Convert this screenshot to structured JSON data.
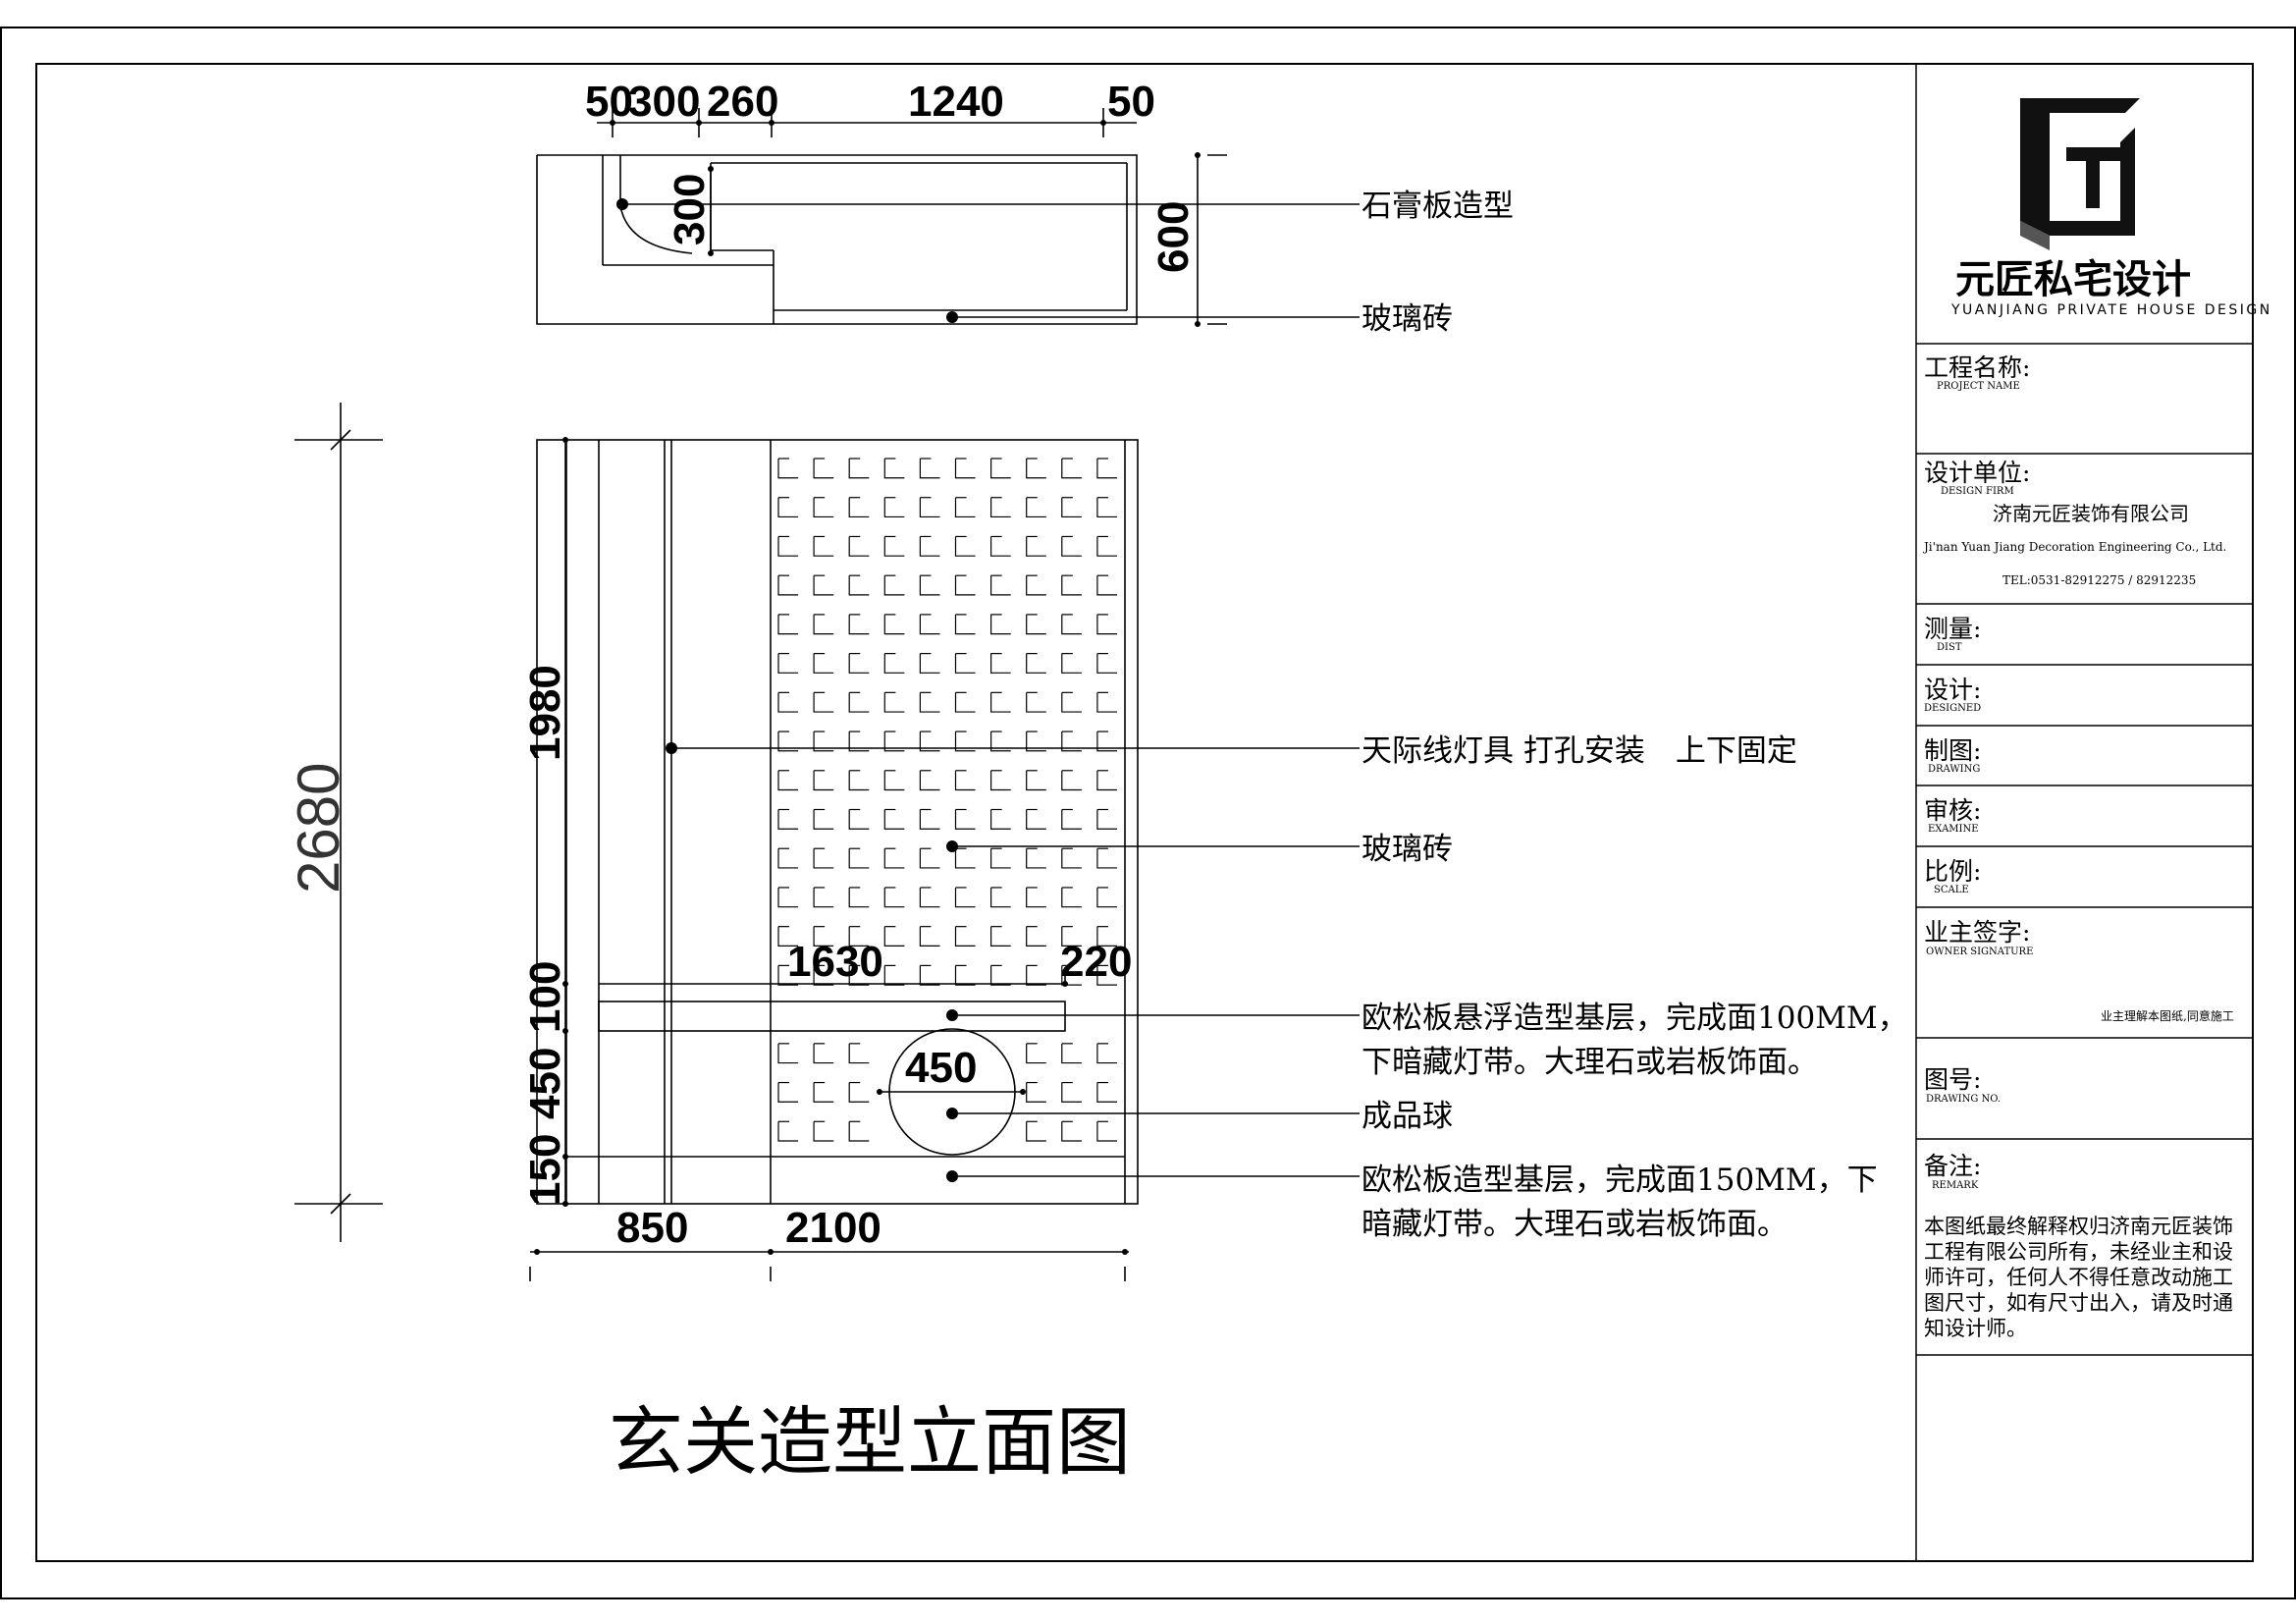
{
  "drawing": {
    "title": "玄关造型立面图",
    "plan": {
      "dims_top": [
        "50",
        "300",
        "260",
        "1240",
        "50"
      ],
      "dim_depth": "600",
      "dim_inner": "300",
      "callouts": [
        "石膏板造型",
        "玻璃砖"
      ]
    },
    "elevation": {
      "dim_total_height": "2680",
      "dims_left": [
        "1980",
        "100",
        "450",
        "150"
      ],
      "dims_bottom": [
        "850",
        "2100"
      ],
      "dims_shelf": [
        "1630",
        "220"
      ],
      "dim_ball": "450",
      "callouts": [
        "天际线灯具 打孔安装　上下固定",
        "玻璃砖",
        "欧松板悬浮造型基层，完成面100MM，",
        "下暗藏灯带。大理石或岩板饰面。",
        "成品球",
        "欧松板造型基层，完成面150MM，下",
        "暗藏灯带。大理石或岩板饰面。"
      ]
    }
  },
  "title_block": {
    "brand_cn": "元匠私宅设计",
    "brand_en": "YUANJIANG PRIVATE HOUSE DESIGN",
    "project_name": {
      "label": "工程名称:",
      "en": "PROJECT NAME"
    },
    "design_firm": {
      "label": "设计单位:",
      "en": "DESIGN FIRM",
      "name_cn": "济南元匠装饰有限公司",
      "name_en": "Ji'nan Yuan Jiang Decoration Engineering Co., Ltd.",
      "tel": "TEL:0531-82912275 / 82912235"
    },
    "rows": [
      {
        "label": "测量:",
        "en": "DIST"
      },
      {
        "label": "设计:",
        "en": "DESIGNED"
      },
      {
        "label": "制图:",
        "en": "DRAWING"
      },
      {
        "label": "审核:",
        "en": "EXAMINE"
      },
      {
        "label": "比例:",
        "en": "SCALE"
      }
    ],
    "owner_signature": {
      "label": "业主签字:",
      "en": "OWNER SIGNATURE",
      "note": "业主理解本图纸,同意施工"
    },
    "drawing_no": {
      "label": "图号:",
      "en": "DRAWING NO."
    },
    "remark": {
      "label": "备注:",
      "en": "REMARK",
      "lines": [
        "本图纸最终解释权归济南元匠装饰",
        "工程有限公司所有，未经业主和设",
        "师许可，任何人不得任意改动施工",
        "图尺寸，如有尺寸出入，请及时通",
        "知设计师。"
      ]
    }
  }
}
